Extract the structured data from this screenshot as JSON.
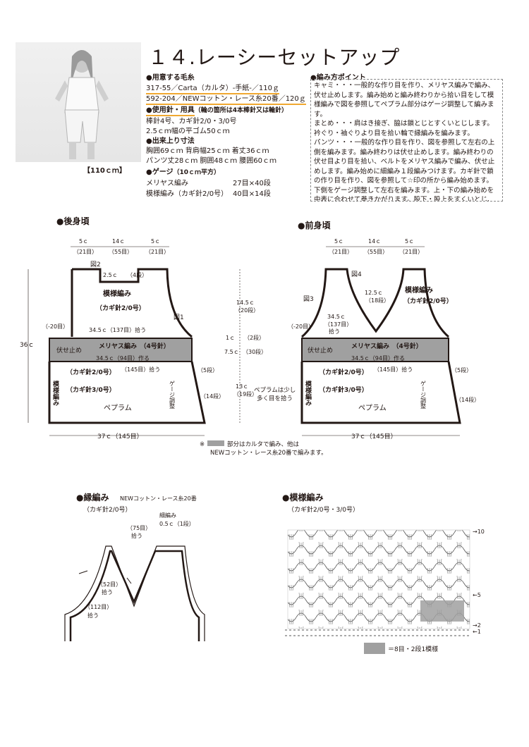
{
  "photo": {
    "caption": "【110ｃｍ】"
  },
  "title": "１４.レーシーセットアップ",
  "materials": {
    "heading": "●用意する毛糸",
    "lines": [
      "317-55／Carta（カルタ）-手紙-／110ｇ",
      "592-204／NEWコットン・レース糸20番／120ｇ"
    ]
  },
  "tools": {
    "heading": "●使用針・用具",
    "note": "（輪の箇所は4本棒針又は輪針）",
    "lines": [
      "棒針4号、カギ針2/0・3/0号",
      "2.5ｃｍ幅の平ゴム50ｃｍ"
    ]
  },
  "finished": {
    "heading": "●出来上り寸法",
    "lines": [
      "胸囲69ｃｍ 背肩幅25ｃｍ 着丈36ｃｍ",
      "パンツ丈28ｃｍ 胴囲48ｃｍ 腰囲60ｃｍ"
    ]
  },
  "gauge": {
    "heading": "●ゲージ",
    "note": "（10ｃｍ平方）",
    "rows": [
      {
        "name": "メリヤス編み",
        "value": "27目×40段"
      },
      {
        "name": "模様編み（カギ針2/0号）",
        "value": "40目×14段"
      }
    ]
  },
  "tips": {
    "heading": "●編み方ポイント",
    "paragraphs": [
      "キャミ・・・一般的な作り目を作り、メリヤス編みで編み、伏せ止めします。編み始めと編み終わりから拾い目をして模様編みで図を参照してペプラム部分はゲージ調整して編みます。",
      "まとめ・・・肩はき接ぎ、脇は鎖とじとすくいとじします。衿ぐり・袖ぐりより目を拾い輪で縁編みを編みます。",
      "パンツ・・・一般的な作り目を作り、図を参照して左右の上側を編みます。編み終わりは伏せ止めします。編み終わりの伏せ目より目を拾い、ベルトをメリヤス編みで編み、伏せ止めします。編み始めに細編み１段編みつけます。カギ針で鎖の作り目を作り、図を参照して☆印の所から編み始めます。下側をゲージ調整して左右を編みます。上・下の編み始めを中表に合わせて巻きかがります。股下・股上をすくいとじ、鎖とじで合わせます。ゴムを入れながらベルトを裏側にまつります。"
    ]
  },
  "back": {
    "title": "●後身頃",
    "fig": "図2",
    "fig1": "図1",
    "top_widths": [
      "5ｃ",
      "14ｃ",
      "5ｃ"
    ],
    "top_counts": [
      "（21目）",
      "（55目）",
      "（21目）"
    ],
    "shoulder": "2.5ｃ",
    "shoulder_rows": "（4段）",
    "pattern": "模様編み",
    "hook": "（カギ針2/0号）",
    "minus": "（-20目）",
    "pick": "34.5ｃ（137目）拾う",
    "cast_off": "伏せ止め",
    "stock": "メリヤス編み　（4号針）",
    "cast_on": "34.5ｃ（94目）作る",
    "pick2": "（145目）拾う",
    "pattern_v": "模様編み",
    "hook2": "（カギ針2/0号）",
    "hook3": "（カギ針3/0号）",
    "peplum": "ペプラム",
    "gauge_adj": "ゲージ調整",
    "rows5": "（5段）",
    "rows14": "（14段）",
    "bottom": "37ｃ（145目）",
    "height": "36ｃ",
    "h1": "14.5ｃ",
    "h1r": "（20段）",
    "h2": "1ｃ",
    "h2r": "（2段）",
    "h3": "7.5ｃ",
    "h3r": "（30段）",
    "h4": "13ｃ",
    "h4r": "（19段）",
    "peplum_note": "ペプラムは少し",
    "peplum_note2": "多く目を拾う"
  },
  "front": {
    "title": "●前身頃",
    "fig3": "図3",
    "fig4": "図4",
    "top_widths": [
      "5ｃ",
      "14ｃ",
      "5ｃ"
    ],
    "top_counts": [
      "（21目）",
      "（55目）",
      "（21目）"
    ],
    "v_depth": "12.5ｃ",
    "v_rows": "（18段）",
    "pattern": "模様編み",
    "hook": "（カギ針2/0号）",
    "pick": "34.5ｃ",
    "pick_count": "（137目）",
    "pick_label": "拾う",
    "minus": "（-20目）",
    "cast_off": "伏せ止め",
    "stock": "メリヤス編み　（4号針）",
    "cast_on": "34.5ｃ（94目）作る",
    "pick2": "（145目）拾う",
    "pattern_v": "模様編み",
    "hook2": "（カギ針2/0号）",
    "hook3": "（カギ針3/0号）",
    "peplum": "ペプラム",
    "gauge_adj": "ゲージ調整",
    "rows5": "（5段）",
    "rows14": "（14段）",
    "bottom": "37ｃ（145目）"
  },
  "note": {
    "prefix": "※",
    "line1": "部分はカルタで編み、他は",
    "line2": "NEWコットン・レース糸20番で編みます。"
  },
  "edging": {
    "title": "●縁編み",
    "yarn": "NEWコットン・レース糸20番",
    "hook": "（カギ針2/0号）",
    "sc": "細編み",
    "sc_size": "0.5ｃ（1段）",
    "n75": "（75目）",
    "n75b": "拾う",
    "n52": "（52目）",
    "n52b": "拾う",
    "n112": "（112目）",
    "n112b": "拾う"
  },
  "motif": {
    "title": "●模様編み",
    "hook": "（カギ針2/0号・3/0号）",
    "r10": "→10",
    "r5": "←5",
    "r2": "→2",
    "r1": "←1",
    "legend": "＝8目・2段1模様"
  },
  "colors": {
    "accent": "#f0a830",
    "shade": "#a0a0a0",
    "line": "#231815"
  }
}
